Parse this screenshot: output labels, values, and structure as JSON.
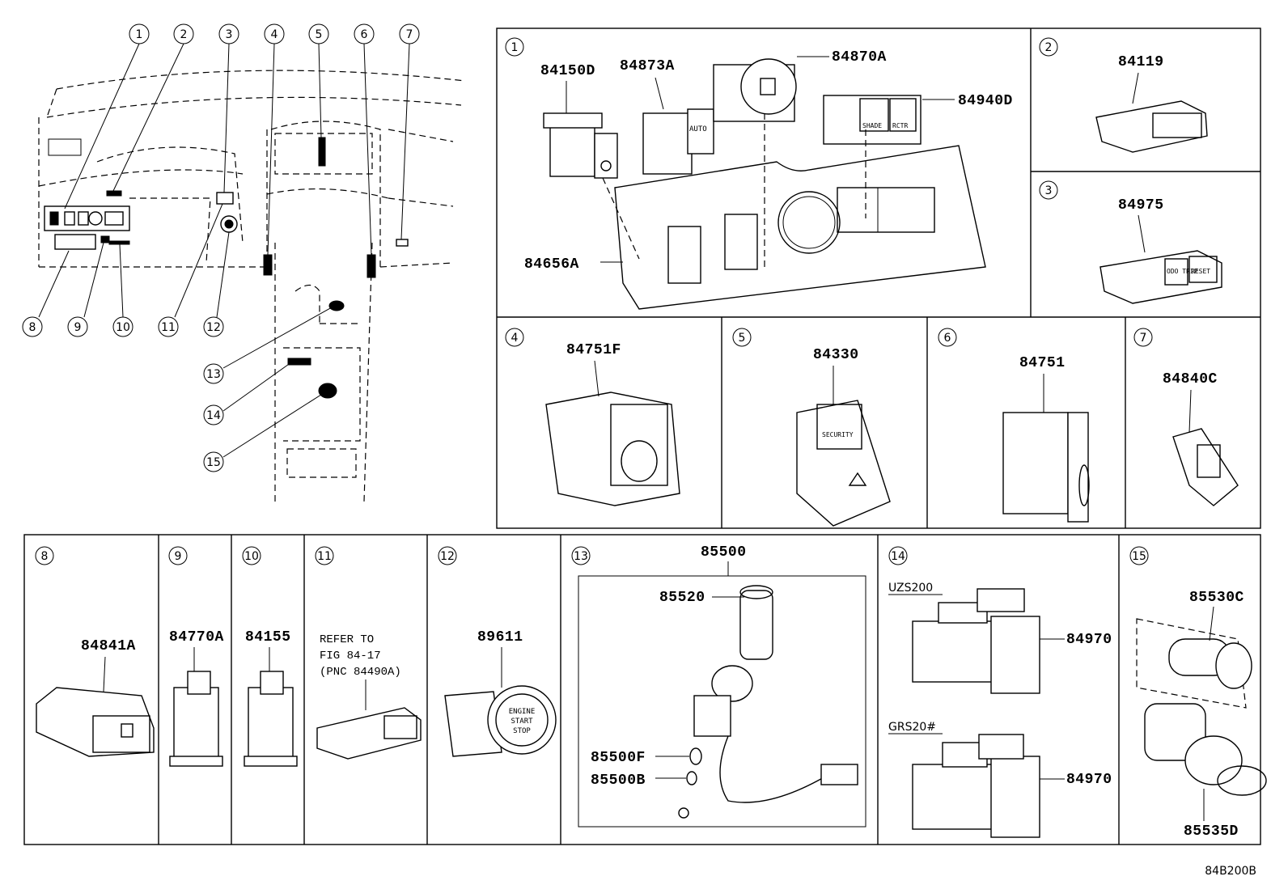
{
  "overview": {
    "callouts": [
      "1",
      "2",
      "3",
      "4",
      "5",
      "6",
      "7",
      "8",
      "9",
      "10",
      "11",
      "12",
      "13",
      "14",
      "15"
    ]
  },
  "panels": {
    "p1": {
      "num": "1",
      "parts": [
        "84150D",
        "84873A",
        "84870A",
        "84940D",
        "84656A"
      ],
      "btn_text": [
        "AUTO",
        "SHADE",
        "RCTR"
      ]
    },
    "p2": {
      "num": "2",
      "parts": [
        "84119"
      ]
    },
    "p3": {
      "num": "3",
      "parts": [
        "84975"
      ],
      "btn_text": [
        "ODO TRIP",
        "RESET"
      ]
    },
    "p4": {
      "num": "4",
      "parts": [
        "84751F"
      ]
    },
    "p5": {
      "num": "5",
      "parts": [
        "84330"
      ],
      "btn_text": [
        "SECURITY"
      ]
    },
    "p6": {
      "num": "6",
      "parts": [
        "84751"
      ]
    },
    "p7": {
      "num": "7",
      "parts": [
        "84840C"
      ]
    },
    "p8": {
      "num": "8",
      "parts": [
        "84841A"
      ]
    },
    "p9": {
      "num": "9",
      "parts": [
        "84770A"
      ]
    },
    "p10": {
      "num": "10",
      "parts": [
        "84155"
      ]
    },
    "p11": {
      "num": "11",
      "note": [
        "REFER TO",
        "FIG 84-17",
        "(PNC 84490A)"
      ]
    },
    "p12": {
      "num": "12",
      "parts": [
        "89611"
      ],
      "btn_text": [
        "ENGINE",
        "START",
        "STOP"
      ]
    },
    "p13": {
      "num": "13",
      "parts": [
        "85500",
        "85520",
        "85500F",
        "85500B"
      ]
    },
    "p14": {
      "num": "14",
      "variants": [
        "UZS200",
        "GRS20#"
      ],
      "parts": [
        "84970",
        "84970"
      ]
    },
    "p15": {
      "num": "15",
      "parts": [
        "85530C",
        "85535D"
      ]
    }
  },
  "figure_code": "84B200B"
}
